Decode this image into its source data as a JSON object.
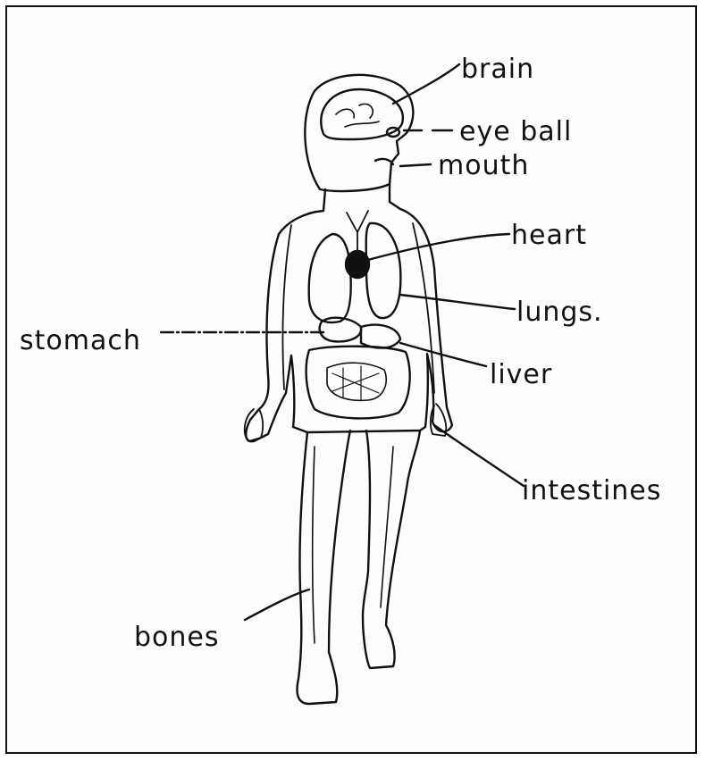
{
  "labels": {
    "brain": "brain",
    "eye_ball": "eye ball",
    "mouth": "mouth",
    "heart": "heart",
    "lungs": "lungs.",
    "stomach": "stomach",
    "liver": "liver",
    "intestines": "intestines",
    "bones": "bones"
  },
  "colors": {
    "ink": "#111111",
    "paper": "#fdfdfd"
  }
}
